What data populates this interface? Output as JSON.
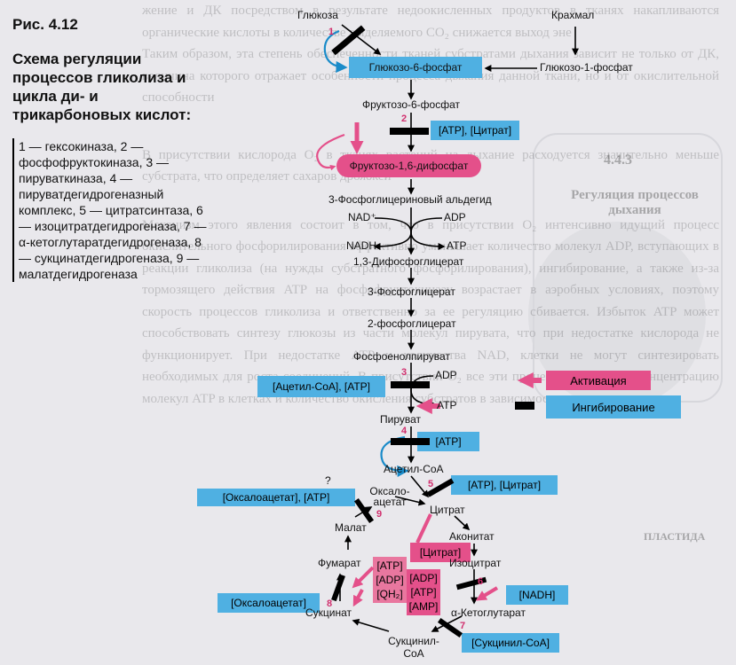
{
  "figure": {
    "label": "Рис. 4.12",
    "title": "Схема регуляции процессов гликолиза и цикла ди- и трикарбоновых кислот:",
    "legend": "1 — гексокиназа, 2 — фосфофруктокиназа, 3 — пируваткиназа, 4 — пируватдегидрогеназный комплекс, 5 — цитратсинтаза, 6 — изоцитратдегидрогеназа, 7 — α-кетоглутаратдегидрогеназа, 8 — сукцинатдегидрогеназа, 9 — малатдегидрогеназа"
  },
  "metabolites": {
    "glucose": "Глюкоза",
    "starch": "Крахмал",
    "g6p": "Глюкозо-6-фосфат",
    "g1p": "Глюкозо-1-фосфат",
    "f6p": "Фруктозо-6-фосфат",
    "f16bp": "Фруктозо-1,6-дифосфат",
    "gap": "3-Фосфоглицериновый альдегид",
    "bpg": "1,3-Дифосфоглицерат",
    "pg3": "3-Фосфоглицерат",
    "pg2": "2-фосфоглицерат",
    "pep": "Фосфоенолпируват",
    "pyruvate": "Пируват",
    "acetylcoa": "Ацетил-CoA",
    "oxaloacetate": "Оксало-ацетат",
    "citrate": "Цитрат",
    "aconitate": "Аконитат",
    "isocitrate": "Изоцитрат",
    "akg": "α-Кетоглутарат",
    "succinylcoa": "Сукцинил-CoA",
    "succinate": "Сукцинат",
    "fumarate": "Фумарат",
    "malate": "Малат"
  },
  "cofactors": {
    "nad": "NAD⁺",
    "nadh": "NADH",
    "adp1": "ADP",
    "atp1": "ATP",
    "adp2": "ADP",
    "atp2": "ATP"
  },
  "regulators": {
    "r2": "[ATP], [Цитрат]",
    "r3": "[Ацетил-CoA], [ATP]",
    "r4": "[ATP]",
    "r5": "[ATP], [Цитрат]",
    "r9": "[Оксалоацетат], [ATP]",
    "r6": "[NADH]",
    "r8": "[Оксалоацетат]",
    "r7": "[Сукцинил-CoA]",
    "act_citrate": "[Цитрат]",
    "act_adp": "[ADP]",
    "act_atp": "[ATP]",
    "act_amp": "[AMP]",
    "inh_atp": "[ATP]",
    "inh_adp": "[ADP]",
    "inh_qh2": "[QH₂]",
    "question": "?"
  },
  "legend": {
    "activation": "Активация",
    "inhibition": "Ингибирование"
  },
  "enzymes": [
    "1",
    "2",
    "3",
    "4",
    "5",
    "6",
    "7",
    "8",
    "9"
  ],
  "colors": {
    "inhibition": "#4fb0e2",
    "activation": "#e4508a"
  },
  "background": {
    "paragraphs": [
      "жение и ДК посредством в результате недоокисленных продуктов в тканях накапливаются органические кислоты в количестве выделяемого CO₂ снижается выход эне",
      "Таким образом, эта степень обеспеченности тканей субстратами дыхания зависит не только от ДК, величина которого отражает особенности процесса дыхания данной ткани, но и от окислительной способности",
      "В присутствии кислорода O₂ в тканях растений на дыхание расходуется значительно меньше субстрата, что определяет сахаров дрожжей",
      "Механизм этого явления состоит в том, что в присутствии O₂ интенсивно идущий процесс окислительного фосфорилирования эффективно уменьшает количество молекул ADP, вступающих в реакции гликолиза (на нужды субстратного фосфорилирования), ингибирование, а также из-за тормозящего действия ATP на фосфофруктокиназу возрастает в аэробных условиях, поэтому скорость процессов гликолиза и ответственно за ее регуляцию сбивается. Избыток ATP может способствовать синтезу глюкозы из части молекул пирувата, что при недостатке кислорода не функционирует. При недостатке ATP и количества NAD, клетки не могут синтезировать необходимых для роста соединений. В присутствии O₂ все эти процессы повышают концентрацию молекул ATP в клетках и количество окисления субстратов в зависимости"
    ],
    "side_title": "4.4.3",
    "side_heading": "Регуляция процессов дыхания",
    "side_word": "ПЛАСТИДА"
  }
}
